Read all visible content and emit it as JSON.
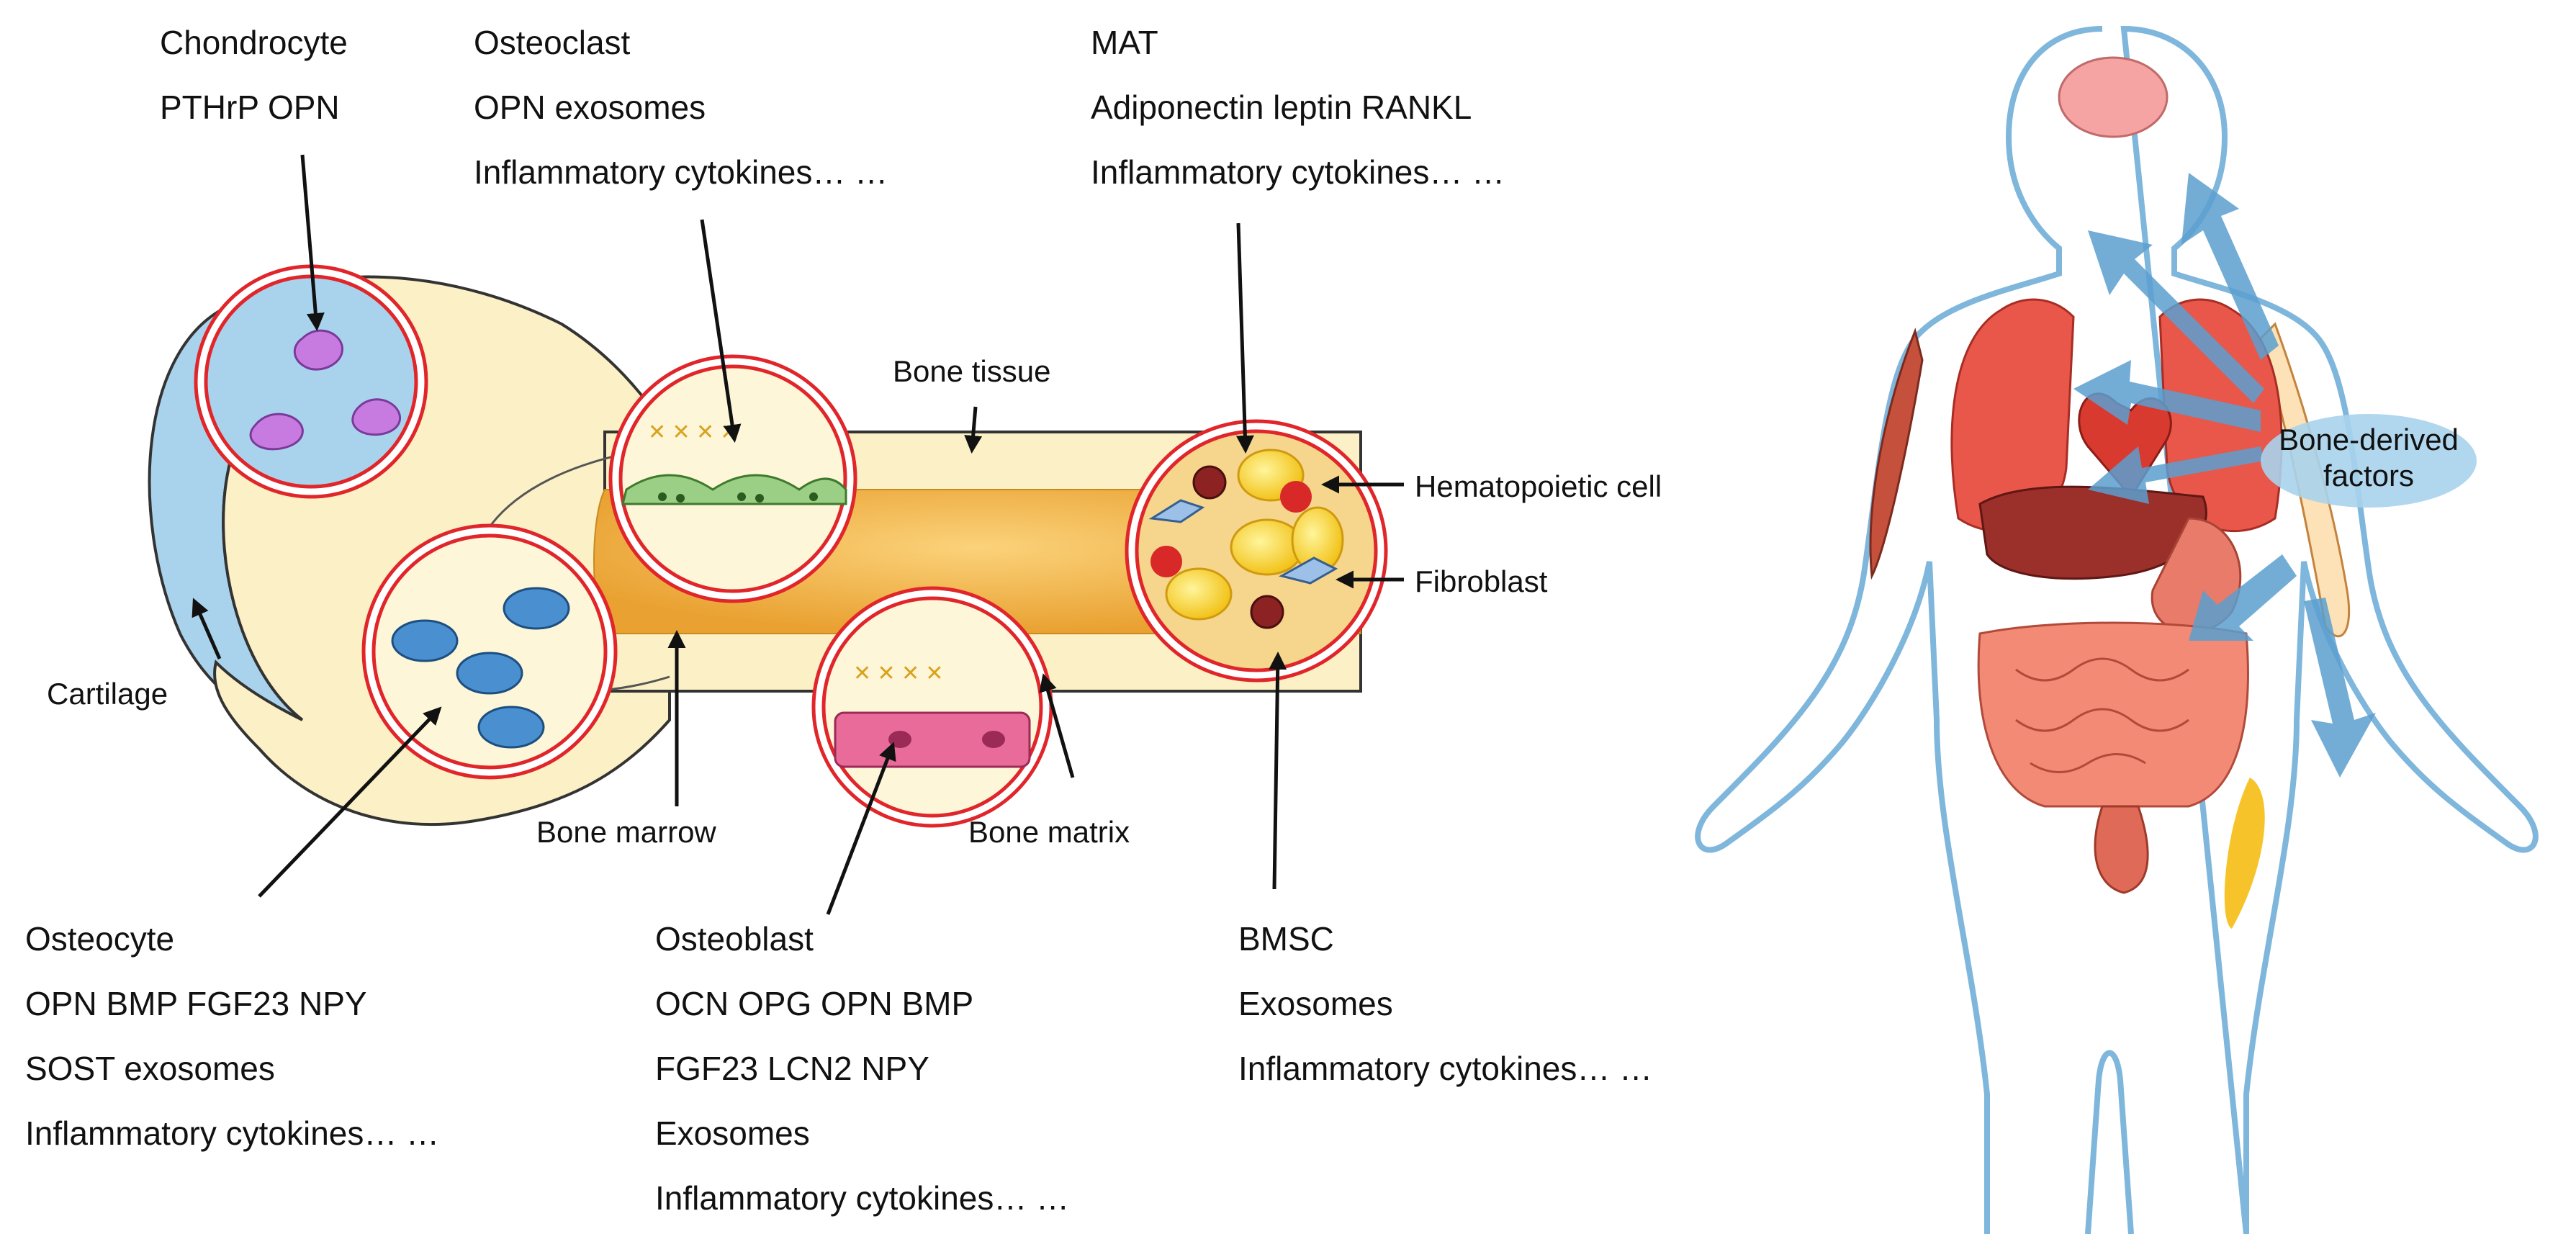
{
  "blocks": {
    "chondrocyte": {
      "title": "Chondrocyte",
      "lines": [
        "PTHrP  OPN"
      ]
    },
    "osteoclast": {
      "title": "Osteoclast",
      "lines": [
        "OPN  exosomes",
        "Inflammatory cytokines… …"
      ]
    },
    "mat": {
      "title": "MAT",
      "lines": [
        "Adiponectin  leptin RANKL",
        "Inflammatory cytokines… …"
      ]
    },
    "osteocyte": {
      "title": "Osteocyte",
      "lines": [
        "OPN  BMP  FGF23  NPY",
        "SOST  exosomes",
        "Inflammatory cytokines… …"
      ]
    },
    "osteoblast": {
      "title": "Osteoblast",
      "lines": [
        "OCN  OPG  OPN  BMP",
        "FGF23   LCN2  NPY",
        "Exosomes",
        "Inflammatory cytokines… …"
      ]
    },
    "bmsc": {
      "title": "BMSC",
      "lines": [
        "Exosomes",
        "Inflammatory cytokines… …"
      ]
    }
  },
  "labels": {
    "bone_tissue": "Bone tissue",
    "hematopoietic_cell": "Hematopoietic cell",
    "fibroblast": "Fibroblast",
    "cartilage": "Cartilage",
    "bone_marrow": "Bone marrow",
    "bone_matrix": "Bone matrix"
  },
  "body_figure": {
    "factors_label_line1": "Bone-derived",
    "factors_label_line2": "factors"
  },
  "colors": {
    "cartilage": "#a9d3ec",
    "bone": "#fbf0c6",
    "marrow": "#f2b63e",
    "circle_ring": "#e0262a",
    "osteoclast": "#9ccf86",
    "osteocyte": "#4a90d0",
    "osteoblast": "#e96b9a",
    "adipocyte": "#f8d12a",
    "body_outline": "#7fb6dc",
    "arrows": "#5a9fcf",
    "organs": "#e85a4a"
  }
}
